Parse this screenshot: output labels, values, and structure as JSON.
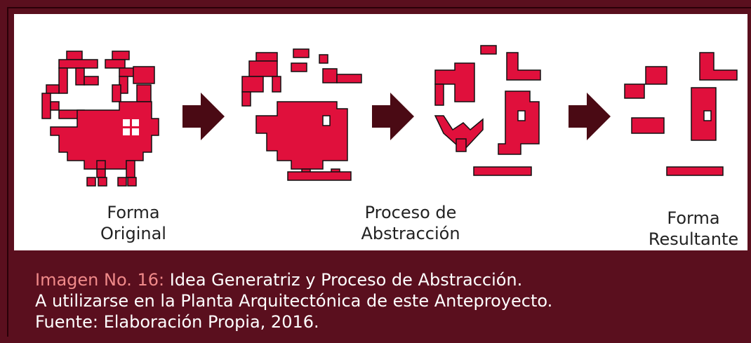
{
  "labels": {
    "original_line1": "Forma",
    "original_line2": "Original",
    "process_line1": "Proceso de",
    "process_line2": "Abstracción",
    "result_line1": "Forma",
    "result_line2": "Resultante"
  },
  "caption": {
    "prefix": "Imagen No. 16:",
    "title": " Idea Generatriz y Proceso de Abstracción.",
    "line2": "A utilizarse en la Planta Arquitectónica de este Anteproyecto.",
    "line3": "Fuente: Elaboración Propia, 2016."
  },
  "colors": {
    "background": "#5a0f1e",
    "shape_red": "#e0103c",
    "arrow": "#4a0a14",
    "caption_highlight": "#f08a8a"
  },
  "icons": [
    "right-arrow-icon"
  ]
}
